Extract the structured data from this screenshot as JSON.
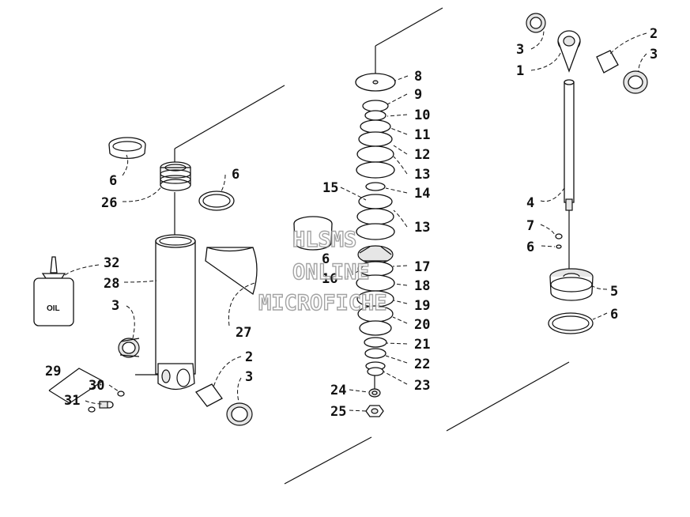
{
  "diagram": {
    "callouts": [
      "1",
      "2",
      "3",
      "4",
      "5",
      "6",
      "7",
      "8",
      "9",
      "10",
      "11",
      "12",
      "13",
      "14",
      "15",
      "16",
      "17",
      "18",
      "19",
      "20",
      "21",
      "22",
      "23",
      "24",
      "25",
      "26",
      "27",
      "28",
      "29",
      "30",
      "31",
      "32"
    ],
    "oil_label": "OIL",
    "watermark": [
      "HLSMS",
      "ONLINE",
      "MICROFICHE"
    ],
    "icons": [
      "shock-body",
      "reservoir-piston",
      "valve-stack-washers",
      "oil-bottle",
      "bushing",
      "eyelet-bracket",
      "shaft-rod",
      "seal-head",
      "o-ring",
      "lock-nut"
    ]
  }
}
